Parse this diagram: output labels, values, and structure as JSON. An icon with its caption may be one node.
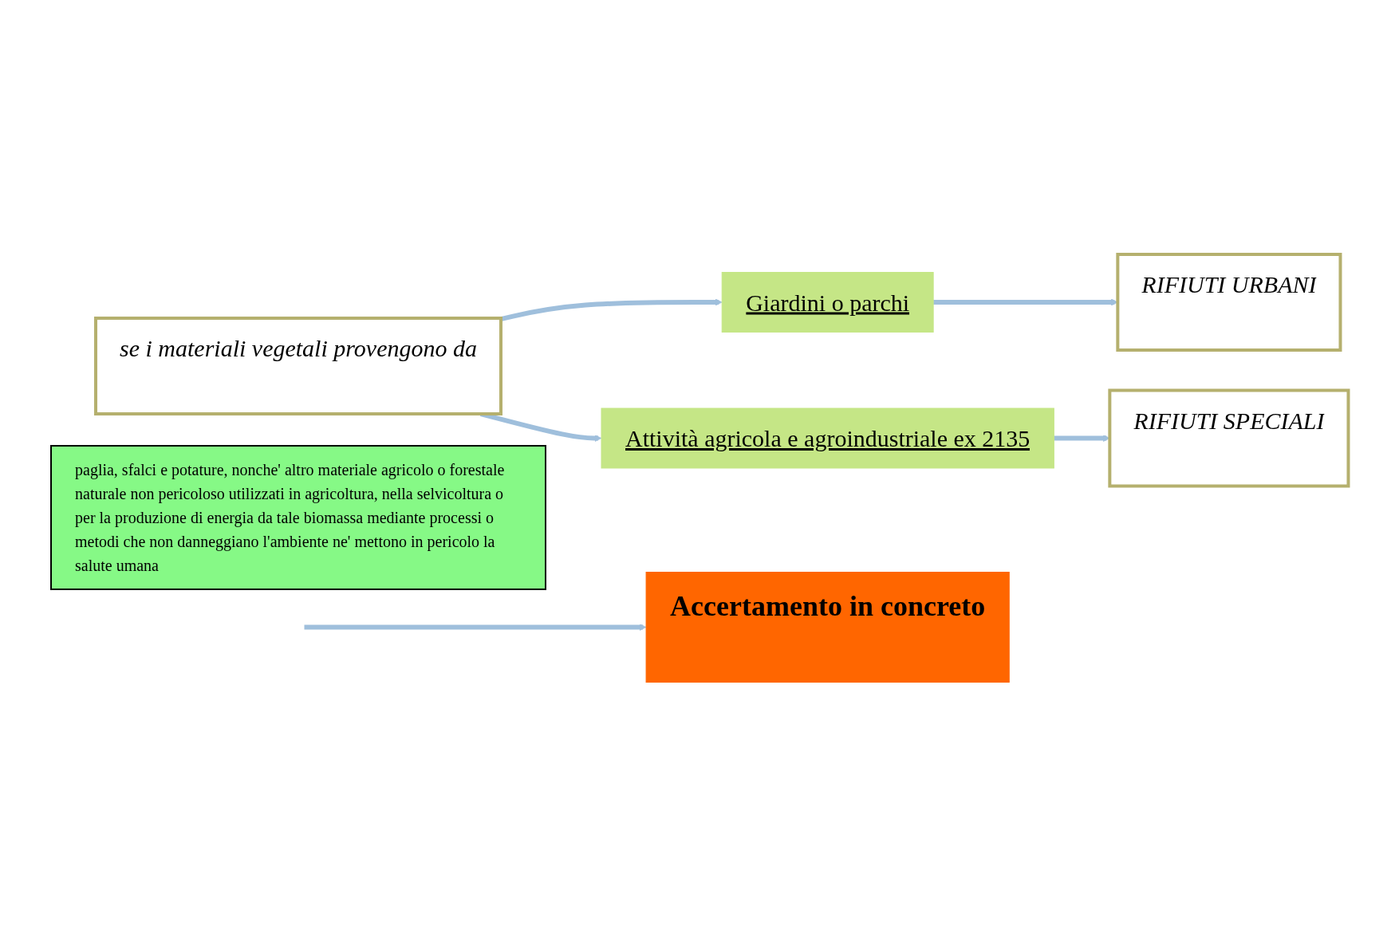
{
  "diagram": {
    "nodes": [
      {
        "text": [
          "se i materiali vegetali provengono da"
        ]
      },
      {
        "text": [
          "Giardini o parchi"
        ]
      },
      {
        "text": [
          "RIFIUTI URBANI"
        ]
      },
      {
        "text": [
          "Attività agricola e agroindustriale ex 2135"
        ]
      },
      {
        "text": [
          "RIFIUTI SPECIALI"
        ]
      },
      {
        "text": [
          "paglia, sfalci e potature, nonche' altro materiale agricolo o forestale naturale non pericoloso utilizzati in agricoltura, nella selvicoltura o per la produzione di energia da tale biomassa mediante processi o metodi che non danneggiano l'ambiente ne' mettono in pericolo la salute umana"
        ]
      },
      {
        "text": [
          "Accertamento in concreto"
        ]
      }
    ],
    "edges": [
      {
        "from": 0,
        "to": 1,
        "arrow": "to"
      },
      {
        "from": 1,
        "to": 2,
        "arrow": "to"
      },
      {
        "from": 0,
        "to": 3,
        "arrow": "to"
      },
      {
        "from": 3,
        "to": 4,
        "arrow": "to"
      },
      {
        "from": null,
        "to": 6,
        "arrow": "to"
      }
    ]
  }
}
